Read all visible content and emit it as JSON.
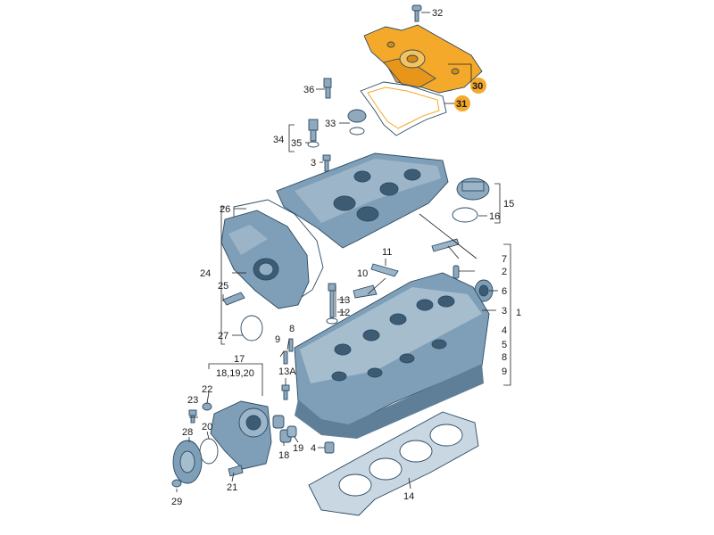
{
  "diagram": {
    "highlight_color": "#f4a92a",
    "part_color": "#7f9fb8",
    "labels": {
      "l32": "32",
      "l30": "30",
      "l31": "31",
      "l36": "36",
      "l33": "33",
      "l34": "34",
      "l35": "35",
      "l3a": "3",
      "l26": "26",
      "l15": "15",
      "l16": "16",
      "l7": "7",
      "l11": "11",
      "l2": "2",
      "l10": "10",
      "l24": "24",
      "l25": "25",
      "l13": "13",
      "l12": "12",
      "l6": "6",
      "l3b": "3",
      "l1": "1",
      "l4a": "4",
      "l5": "5",
      "l8a": "8",
      "l9a": "9",
      "l27": "27",
      "l9b": "9",
      "l8b": "8",
      "l17": "17",
      "l18_19_20": "18,19,20",
      "l13A": "13A",
      "l22": "22",
      "l23": "23",
      "l20": "20",
      "l28": "28",
      "l4b": "4",
      "l19": "19",
      "l18": "18",
      "l21": "21",
      "l29": "29",
      "l14": "14"
    }
  }
}
